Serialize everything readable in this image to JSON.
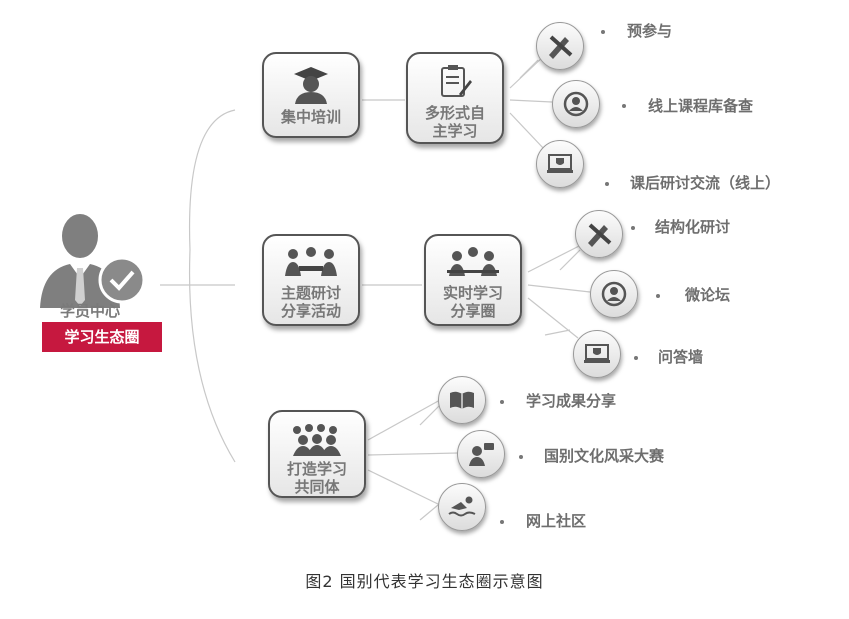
{
  "center": {
    "title": "学员中心",
    "badge": "学习生态圈"
  },
  "level1": [
    {
      "label": "集中培训"
    },
    {
      "label": "主题研讨分享活动"
    },
    {
      "label": "打造学习共同体"
    }
  ],
  "level2": [
    {
      "label": "多形式自主学习"
    },
    {
      "label": "实时学习分享圈"
    }
  ],
  "items": [
    {
      "label": "预参与"
    },
    {
      "label": "线上课程库备查"
    },
    {
      "label": "课后研讨交流（线上）"
    },
    {
      "label": "结构化研讨"
    },
    {
      "label": "微论坛"
    },
    {
      "label": "问答墙"
    },
    {
      "label": "学习成果分享"
    },
    {
      "label": "国别文化风采大赛"
    },
    {
      "label": "网上社区"
    }
  ],
  "caption": "图2   国别代表学习生态圈示意图",
  "colors": {
    "badge": "#c6183f",
    "text": "#6e6e6e",
    "border": "#555555"
  }
}
